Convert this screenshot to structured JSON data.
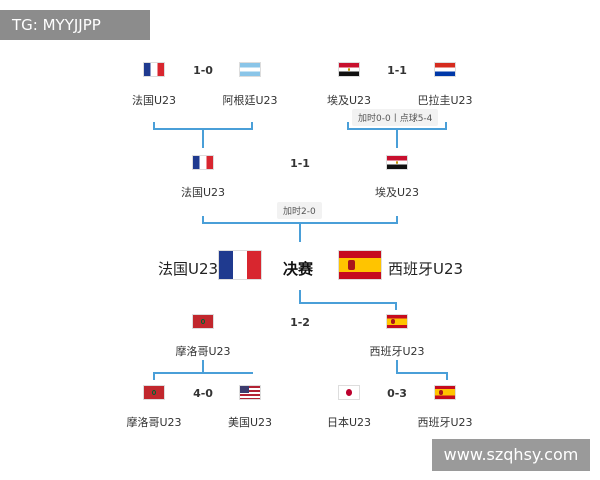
{
  "watermarks": {
    "top_left": "TG: MYYJJPP",
    "bottom_right": "www.szqhsy.com"
  },
  "round1_top": {
    "left_match": {
      "team1": "法国U23",
      "team2": "阿根廷U23",
      "score": "1-0",
      "flag1": "france-flag",
      "flag2": "argentina-flag"
    },
    "right_match": {
      "team1": "埃及U23",
      "team2": "巴拉圭U23",
      "score": "1-1",
      "note": "加时0-0丨点球5-4",
      "flag1": "egypt-flag",
      "flag2": "paraguay-flag"
    }
  },
  "semi_top": {
    "team1": "法国U23",
    "team2": "埃及U23",
    "score": "1-1",
    "note": "加时2-0",
    "flag1": "france-flag",
    "flag2": "egypt-flag"
  },
  "final": {
    "title": "决赛",
    "team1": "法国U23",
    "team2": "西班牙U23",
    "flag1": "france-flag",
    "flag2": "spain-flag"
  },
  "semi_bottom": {
    "team1": "摩洛哥U23",
    "team2": "西班牙U23",
    "score": "1-2",
    "flag1": "morocco-flag",
    "flag2": "spain-flag"
  },
  "round1_bottom": {
    "left_match": {
      "team1": "摩洛哥U23",
      "team2": "美国U23",
      "score": "4-0",
      "flag1": "morocco-flag",
      "flag2": "usa-flag"
    },
    "right_match": {
      "team1": "日本U23",
      "team2": "西班牙U23",
      "score": "0-3",
      "flag1": "japan-flag",
      "flag2": "spain-flag"
    }
  },
  "colors": {
    "bracket_line": "#4a9fd8",
    "watermark_bg": "#8c8c8c"
  }
}
